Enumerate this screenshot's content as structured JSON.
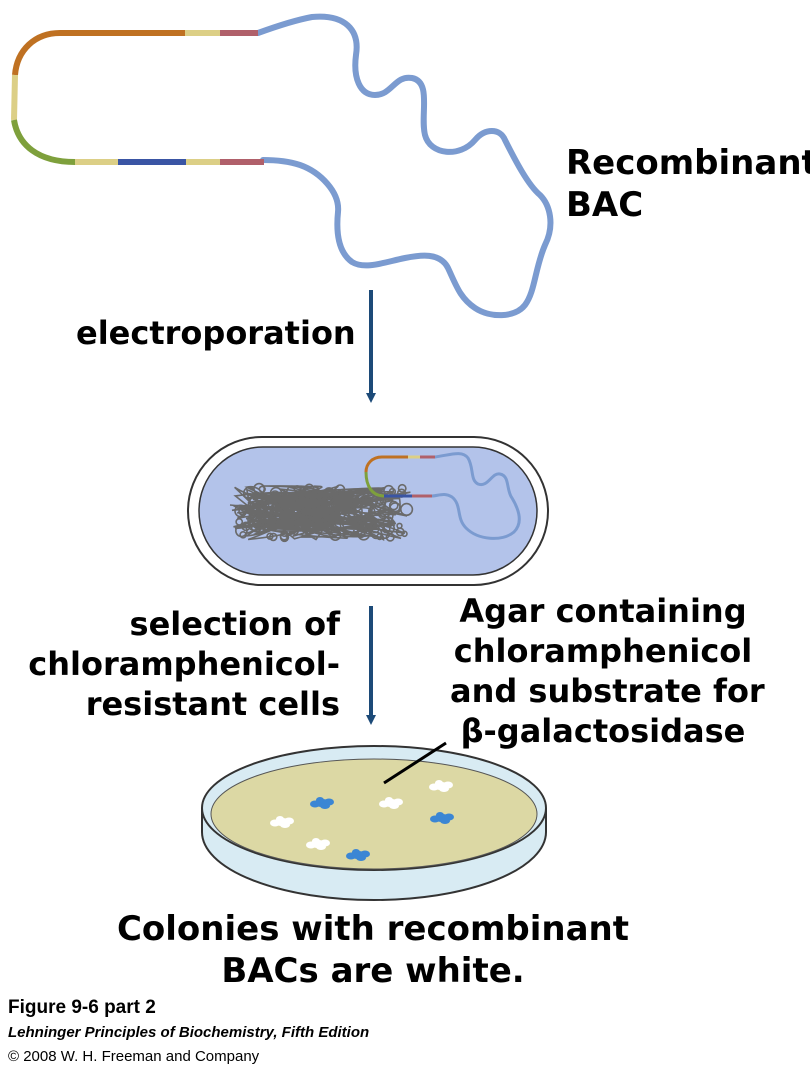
{
  "labels": {
    "recombinant_bac": [
      "Recombinant",
      "BAC"
    ],
    "electroporation": "electroporation",
    "selection": [
      "selection of",
      "chloramphenicol-",
      "resistant cells"
    ],
    "agar": [
      "Agar containing",
      "chloramphenicol",
      "and substrate for",
      "β-galactosidase"
    ],
    "colonies": [
      "Colonies with recombinant",
      "BACs are white."
    ]
  },
  "caption": {
    "figure": "Figure 9-6 part 2",
    "book": "Lehninger Principles of Biochemistry, Fifth Edition",
    "copyright": "© 2008 W. H. Freeman and Company"
  },
  "colors": {
    "dna_blue": "#7b9bd0",
    "segment_orange": "#bf7122",
    "segment_yellow": "#dccf86",
    "segment_rose": "#b0606a",
    "segment_green": "#7ea03c",
    "segment_navy": "#3a55a4",
    "arrow": "#1c4a78",
    "cell_fill": "#b3c3ea",
    "agar_fill": "#dcd8a4",
    "dish_rim": "#d8ebf3",
    "colony_blue": "#3b86d4",
    "colony_white": "#ffffff"
  },
  "colonies": [
    {
      "color": "blue"
    },
    {
      "color": "white"
    },
    {
      "color": "white"
    },
    {
      "color": "white"
    },
    {
      "color": "blue"
    },
    {
      "color": "white"
    },
    {
      "color": "blue"
    }
  ]
}
